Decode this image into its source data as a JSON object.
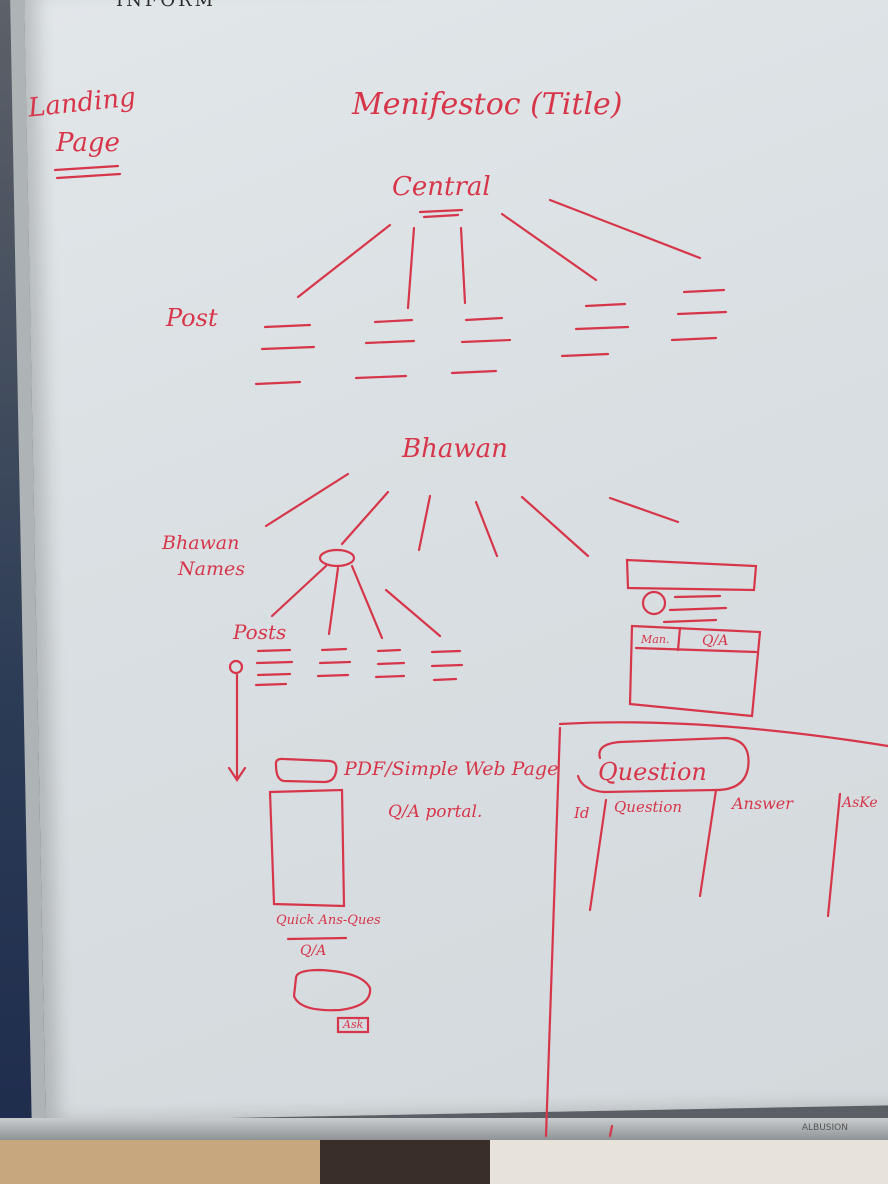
{
  "board": {
    "top_cut_text": "INFORM",
    "landing_page_line1": "Landing",
    "landing_page_line2": "Page",
    "title": "Menifestoc (Title)",
    "central": "Central",
    "post": "Post",
    "bhawan": "Bhawan",
    "bhawan_names_line1": "Bhawan",
    "bhawan_names_line2": "Names",
    "posts": "Posts",
    "pdf_label": "PDF/Simple Web Page",
    "qa_portal": "Q/A portal.",
    "quick_ans_ques": "Quick Ans-Ques",
    "qa_small": "Q/A",
    "ask": "Ask",
    "mini_tab_1": "Man.",
    "mini_tab_2": "Q/A",
    "question_heading": "Question",
    "col_id": "Id",
    "col_question": "Question",
    "col_answer": "Answer",
    "col_asked": "AsKe",
    "tray_brand": "ALBUSION"
  },
  "colors": {
    "marker": "#d7364a",
    "board": "#dde3e6"
  }
}
